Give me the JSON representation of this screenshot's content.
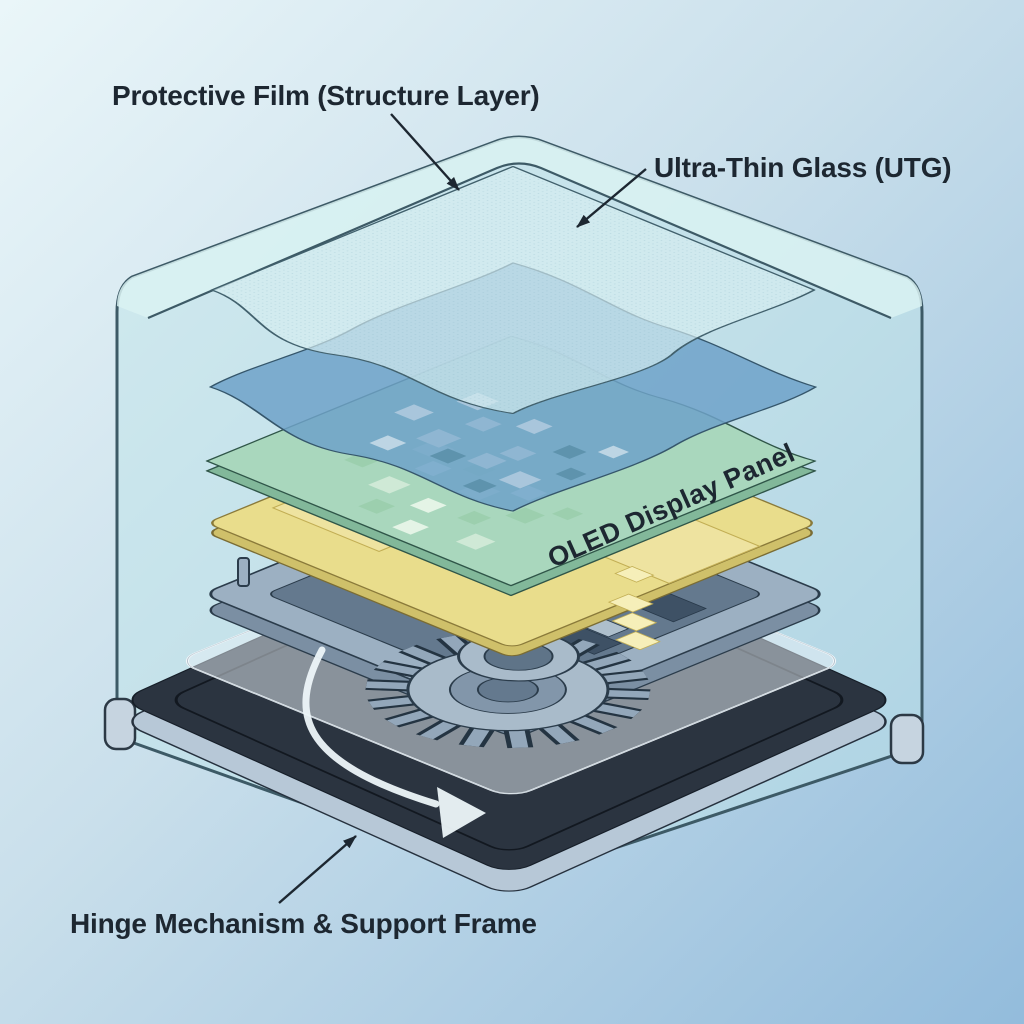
{
  "diagram": {
    "labels": {
      "protective_film": "Protective Film (Structure Layer)",
      "ultra_thin_glass": "Ultra-Thin Glass (UTG)",
      "oled_panel": "OLED Display Panel",
      "hinge_frame": "Hinge Mechanism & Support Frame"
    },
    "colors": {
      "background_top_left": "#eaf6f9",
      "background_bottom_right": "#93bcdc",
      "glass_case": "#bfe4e7",
      "glass_edge": "#3d5a66",
      "film_layer": "#d6edf0",
      "blue_layer": "#6fa2c9",
      "oled_layer": "#a9d7bd",
      "substrate_layer": "#e9dd8c",
      "frame_plate": "#9cb0c2",
      "support_sheet": "#e8f0f6",
      "base_top": "#2b3440",
      "base_rim": "#b7c8d7",
      "label_text": "#1d2731",
      "fold_arrow": "#edf6f9"
    },
    "icons": {
      "fold_arrow": "curved-fold-arrow",
      "leader_arrow": "straight-leader-arrow"
    }
  }
}
